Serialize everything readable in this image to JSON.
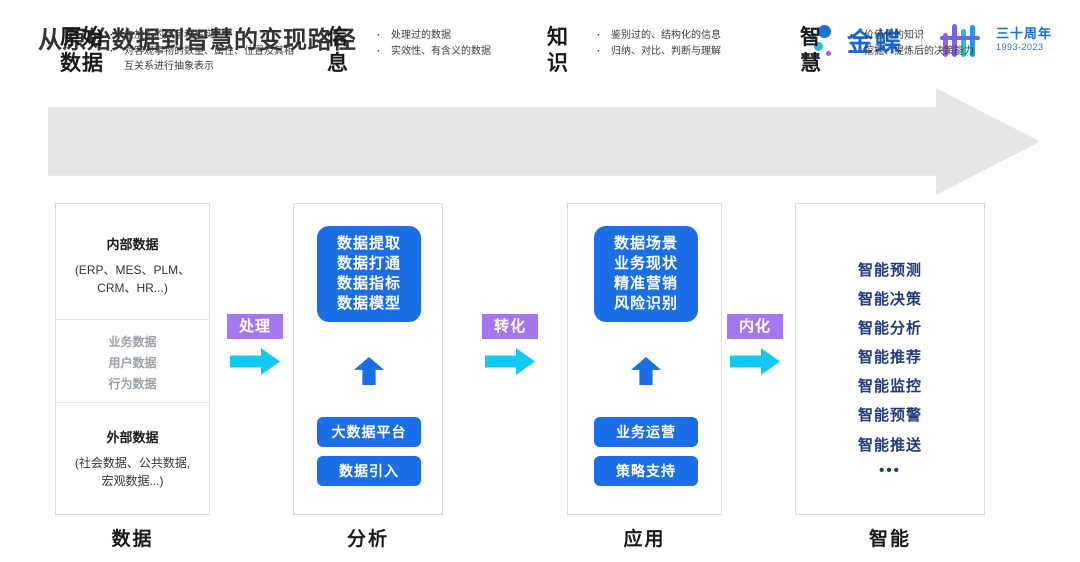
{
  "header": {
    "title": "从原始数据到智慧的变现路径",
    "logo": {
      "brand": "金蝶",
      "anniversary_cn": "三十周年",
      "anniversary_years": "1993-2023"
    }
  },
  "banner": {
    "stages": [
      {
        "name": "原始\n数据",
        "name_line1": "原始",
        "name_line2": "数据",
        "bullets": [
          "未加工的数字和事实",
          "对客观事物的数量、属性、位置及其相互关系进行抽象表示"
        ]
      },
      {
        "name_line1": "信",
        "name_line2": "息",
        "bullets": [
          "处理过的数据",
          "实效性、有含义的数据"
        ]
      },
      {
        "name_line1": "知",
        "name_line2": "识",
        "bullets": [
          "鉴别过的、结构化的信息",
          "归纳、对比、判断与理解"
        ]
      },
      {
        "name_line1": "智",
        "name_line2": "慧",
        "bullets": [
          "价值化的知识",
          "挖掘、提炼后的决策能力"
        ]
      }
    ],
    "bullet_marker": "·"
  },
  "columns": [
    {
      "label": "数据",
      "internal": {
        "heading": "内部数据",
        "detail_line1": "(ERP、MES、PLM、",
        "detail_line2": "CRM、HR...)"
      },
      "middle_items": [
        "业务数据",
        "用户数据",
        "行为数据"
      ],
      "external": {
        "heading": "外部数据",
        "detail_line1": "(社会数据、公共数据,",
        "detail_line2": "宏观数据...)"
      }
    },
    {
      "label": "分析",
      "box_items": [
        "数据提取",
        "数据打通",
        "数据指标",
        "数据模型"
      ],
      "pills": [
        "大数据平台",
        "数据引入"
      ]
    },
    {
      "label": "应用",
      "box_items": [
        "数据场景",
        "业务现状",
        "精准营销",
        "风险识别"
      ],
      "pills": [
        "业务运营",
        "策略支持"
      ]
    },
    {
      "label": "智能",
      "items": [
        "智能预测",
        "智能决策",
        "智能分析",
        "智能推荐",
        "智能监控",
        "智能预警",
        "智能推送"
      ],
      "ellipsis": "•••"
    }
  ],
  "connectors": [
    {
      "badge": "处理"
    },
    {
      "badge": "转化"
    },
    {
      "badge": "内化"
    }
  ],
  "colors": {
    "brand_blue": "#1a6fe8",
    "badge_purple": "#a476f0",
    "arrow_cyan": "#14c8f5",
    "navy": "#1f3a7d",
    "banner_gray": "#e6e6e6"
  }
}
